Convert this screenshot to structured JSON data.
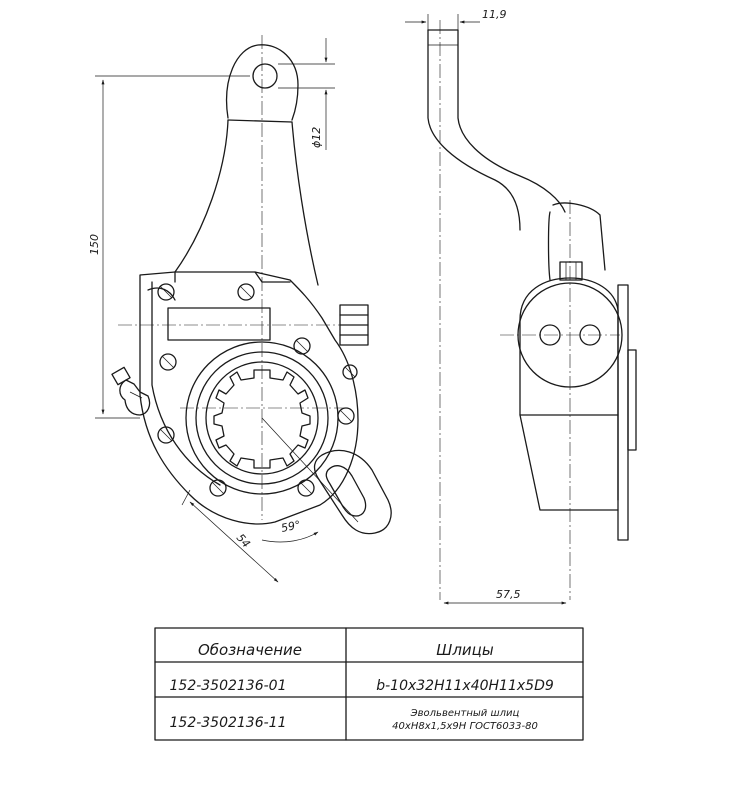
{
  "dimensions": {
    "thickness": "11,9",
    "hole_diameter": "ϕ12",
    "height": "150",
    "offset": "57,5",
    "radius": "54",
    "angle": "59°"
  },
  "spec_table": {
    "headers": [
      "Обозначение",
      "Шлицы"
    ],
    "rows": [
      {
        "designation": "152-3502136-01",
        "spline_line1": "b-10x32H11x40H11x5D9",
        "spline_line2": ""
      },
      {
        "designation": "152-3502136-11",
        "spline_line1": "Эвольвентный шлиц",
        "spline_line2": "40xH8x1,5x9H ГОСТ6033-80"
      }
    ]
  }
}
